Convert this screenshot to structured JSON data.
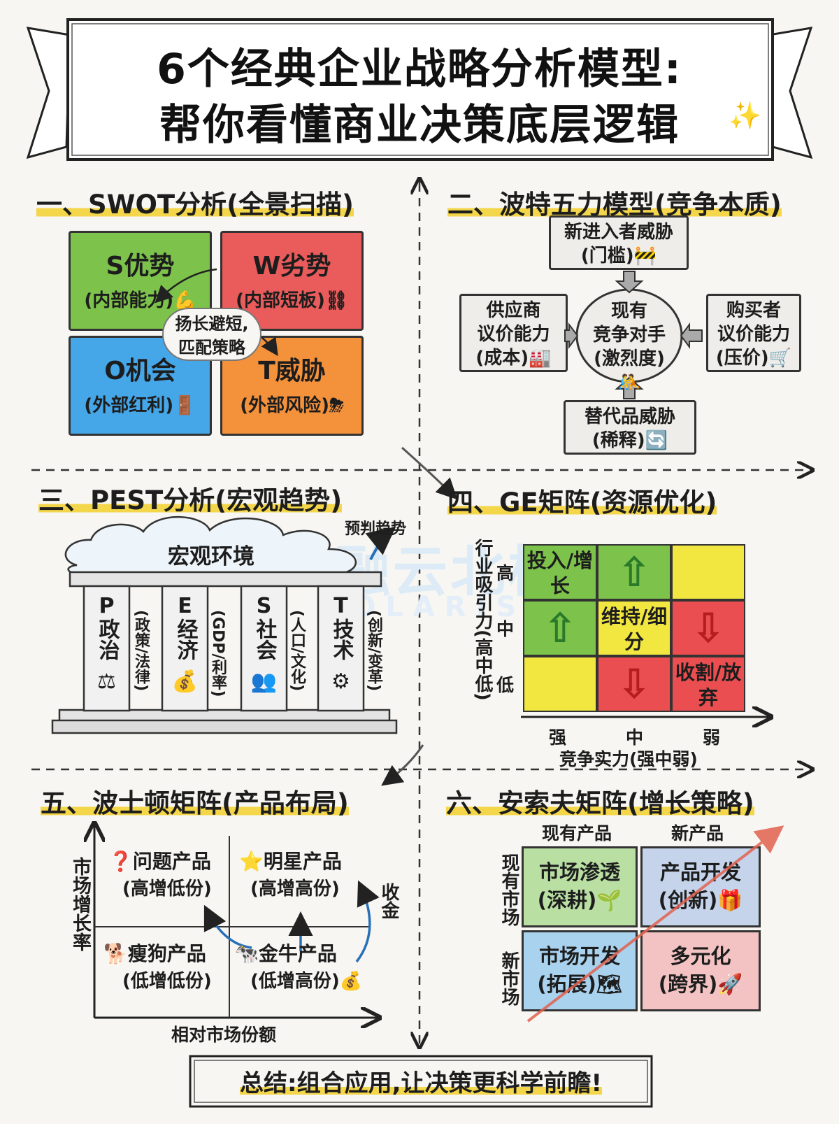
{
  "title": {
    "line1": "6个经典企业战略分析模型:",
    "line2": "帮你看懂商业决策底层逻辑"
  },
  "watermark": {
    "cn": "融云北极星",
    "en": "POLARIS CLOUD"
  },
  "swot": {
    "heading": "一、SWOT分析(全景扫描)",
    "s": {
      "title": "S优势",
      "sub": "(内部能力)"
    },
    "w": {
      "title": "W劣势",
      "sub": "(内部短板)"
    },
    "o": {
      "title": "O机会",
      "sub": "(外部红利)"
    },
    "t": {
      "title": "T威胁",
      "sub": "(外部风险)"
    },
    "center": [
      "扬长避短,",
      "匹配策略"
    ],
    "colors": {
      "s": "#7cc24b",
      "w": "#ea5b5b",
      "o": "#45a6e8",
      "t": "#f4913b"
    }
  },
  "porter": {
    "heading": "二、波特五力模型(竞争本质)",
    "top": [
      "新进入者威胁",
      "(门槛)"
    ],
    "left": [
      "供应商",
      "议价能力",
      "(成本)"
    ],
    "center": [
      "现有",
      "竞争对手",
      "(激烈度)"
    ],
    "right": [
      "购买者",
      "议价能力",
      "(压价)"
    ],
    "bottom": [
      "替代品威胁",
      "(稀释)"
    ]
  },
  "pest": {
    "heading": "三、PEST分析(宏观趋势)",
    "cloud": "宏观环境",
    "trend": "预判趋势",
    "pillars": [
      {
        "letter": "P",
        "name": "政治",
        "note": "(政策/法律)"
      },
      {
        "letter": "E",
        "name": "经济",
        "note": "(GDP/利率)"
      },
      {
        "letter": "S",
        "name": "社会",
        "note": "(人口/文化)"
      },
      {
        "letter": "T",
        "name": "技术",
        "note": "(创新/变革)"
      }
    ]
  },
  "ge": {
    "heading": "四、GE矩阵(资源优化)",
    "ylabel": "行业吸引力(高中低)",
    "rows": [
      "高",
      "中",
      "低"
    ],
    "cols": [
      "强",
      "中",
      "弱"
    ],
    "xlabel": "竞争实力(强中弱)",
    "invest": "投入/增长",
    "maintain": "维持/细分",
    "harvest": "收割/放弃"
  },
  "bcg": {
    "heading": "五、波士顿矩阵(产品布局)",
    "ylabel": "市场增长率",
    "xlabel": "相对市场份额",
    "question": {
      "name": "问题产品",
      "desc": "(高增低份)"
    },
    "star": {
      "name": "明星产品",
      "desc": "(高增高份)"
    },
    "dog": {
      "name": "瘦狗产品",
      "desc": "(低增低份)"
    },
    "cow": {
      "name": "金牛产品",
      "desc": "(低增高份)"
    },
    "harvest": "收金"
  },
  "ansoff": {
    "heading": "六、安索夫矩阵(增长策略)",
    "col1": "现有产品",
    "col2": "新产品",
    "row1": "现有市场",
    "row2": "新市场",
    "penetration": {
      "name": "市场渗透",
      "desc": "(深耕)"
    },
    "product_dev": {
      "name": "产品开发",
      "desc": "(创新)"
    },
    "market_dev": {
      "name": "市场开发",
      "desc": "(拓展)"
    },
    "diversify": {
      "name": "多元化",
      "desc": "(跨界)"
    }
  },
  "summary": "总结:组合应用,让决策更科学前瞻!"
}
